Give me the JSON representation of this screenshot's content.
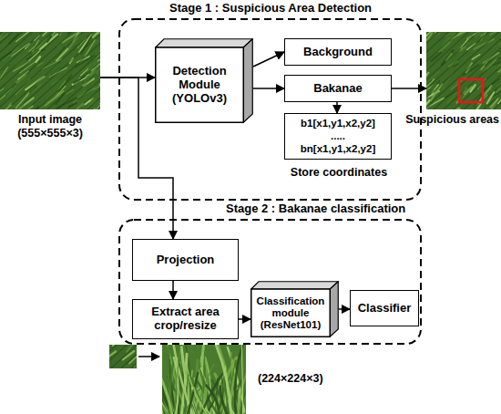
{
  "diagram": {
    "nodes": [
      {
        "text": [
          "Input image (555×555×3)"
        ]
      },
      {
        "text": [
          "Stage 1 : Suspicious Area Detection"
        ]
      },
      {
        "text": [
          "Detection Module (YOLOv3)"
        ],
        "in": 1
      },
      {
        "text": [
          "Background"
        ],
        "in": 1
      },
      {
        "text": [
          "Bakanae"
        ],
        "in": 1
      },
      {
        "text": [
          "b1[x1,y1,x2,y2]",
          ".....",
          "bn[x1,y1,x2,y2]",
          "Store coordinates"
        ],
        "in": 1
      },
      {
        "text": [
          "Suspicious areas"
        ]
      },
      {
        "text": [
          "Stage 2 : Bakanae classification"
        ]
      },
      {
        "text": [
          "Projection"
        ],
        "in": 7
      },
      {
        "text": [
          "Extract area crop/resize"
        ],
        "in": 7
      },
      {
        "text": [
          "Classification module (ResNet101)"
        ],
        "in": 7
      },
      {
        "text": [
          "Classifier"
        ],
        "in": 7
      }
    ],
    "edges": [
      {
        "from": 0,
        "to": 2,
        "arrow": "to"
      },
      {
        "from": 2,
        "to": 3,
        "arrow": "to"
      },
      {
        "from": 2,
        "to": 4,
        "arrow": "to"
      },
      {
        "from": 4,
        "to": 6,
        "arrow": "to"
      },
      {
        "from": 4,
        "to": 5,
        "arrow": "to"
      },
      {
        "from": 0,
        "to": 8,
        "arrow": "to"
      },
      {
        "from": 8,
        "to": 9,
        "arrow": "to"
      },
      {
        "from": 9,
        "to": 10,
        "arrow": "to"
      },
      {
        "from": 10,
        "to": 11,
        "arrow": "to"
      }
    ],
    "labels": [
      "(224×224×3)"
    ]
  }
}
